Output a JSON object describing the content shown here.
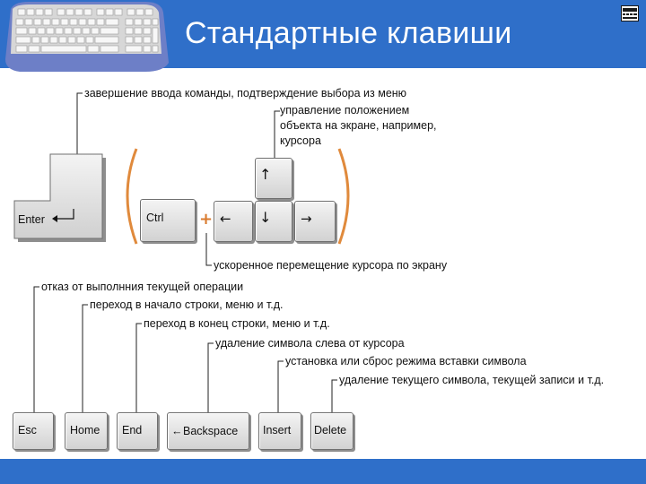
{
  "slide": {
    "title": "Стандартные клавиши"
  },
  "annotations": {
    "enter": "завершение ввода команды, подтверждение выбора из меню",
    "arrows": [
      "управление положением",
      "объекта на экране, например,",
      "курсора"
    ],
    "ctrl": "ускоренное перемещение курсора по экрану",
    "esc": "отказ от выполнния текущей операции",
    "home": "переход в начало строки, меню и т.д.",
    "end": "переход в конец строки, меню и т.д.",
    "backspace": "удаление символа слева от курсора",
    "insert": "установка или сброс режима вставки символа",
    "delete": "удаление текущего символа, текущей записи и т.д."
  },
  "keys": {
    "enter": "Enter",
    "ctrl": "Ctrl",
    "esc": "Esc",
    "home": "Home",
    "end": "End",
    "backspace": "Backspace",
    "insert": "Insert",
    "delete": "Delete",
    "plus": "+"
  },
  "icons": {
    "enter_arrow": "return-arrow-icon",
    "up": "↑",
    "down": "↓",
    "left": "←",
    "right": "→",
    "backspace_arrow": "←"
  },
  "colors": {
    "header": "#2f6fc9",
    "bracket": "#e08a3c"
  }
}
